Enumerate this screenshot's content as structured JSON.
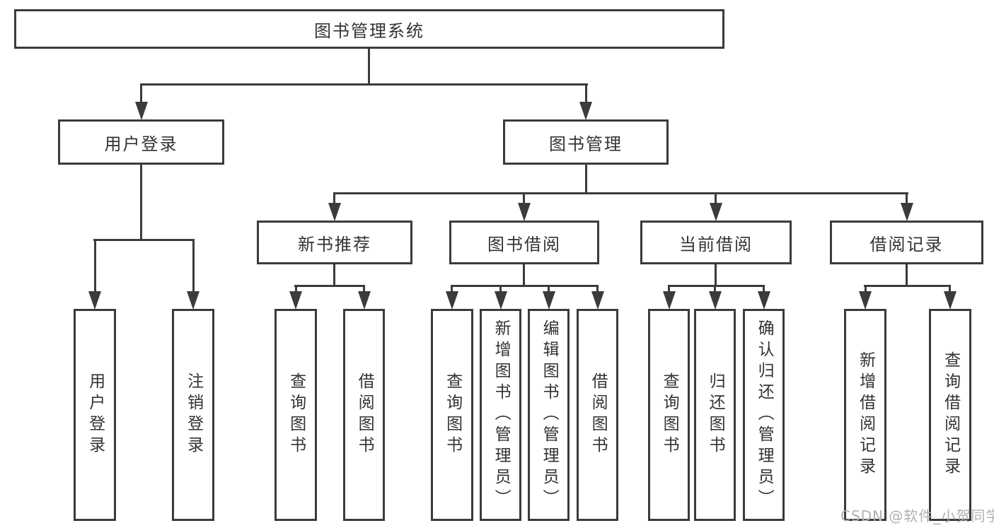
{
  "diagram": {
    "title": "图书管理系统",
    "watermark": "CSDN @软件_小贺同学",
    "colors": {
      "background": "#ffffff",
      "line": "#3b3b3b",
      "box_border": "#3b3b3b",
      "text": "#333333",
      "watermark": "#b0b0b0"
    },
    "root": {
      "id": "system-root",
      "label": "图书管理系统",
      "children": [
        {
          "id": "user-login-branch",
          "label": "用户登录",
          "children": [
            {
              "id": "login",
              "label": "用户登录"
            },
            {
              "id": "logout",
              "label": "注销登录"
            }
          ]
        },
        {
          "id": "book-management-branch",
          "label": "图书管理",
          "children": [
            {
              "id": "new-book-recommend",
              "label": "新书推荐",
              "children": [
                {
                  "id": "nbr-query-books",
                  "label": "查询图书"
                },
                {
                  "id": "nbr-borrow-books",
                  "label": "借阅图书"
                }
              ]
            },
            {
              "id": "book-borrowing",
              "label": "图书借阅",
              "children": [
                {
                  "id": "bb-query-books",
                  "label": "查询图书"
                },
                {
                  "id": "bb-add-books-admin",
                  "label": "新增图书（管理员）"
                },
                {
                  "id": "bb-edit-books-admin",
                  "label": "编辑图书（管理员）"
                },
                {
                  "id": "bb-borrow-books",
                  "label": "借阅图书"
                }
              ]
            },
            {
              "id": "current-borrowing",
              "label": "当前借阅",
              "children": [
                {
                  "id": "cb-query-books",
                  "label": "查询图书"
                },
                {
                  "id": "cb-return-books",
                  "label": "归还图书"
                },
                {
                  "id": "cb-confirm-return-admin",
                  "label": "确认归还（管理员）"
                }
              ]
            },
            {
              "id": "borrowing-records",
              "label": "借阅记录",
              "children": [
                {
                  "id": "br-add-record",
                  "label": "新增借阅记录"
                },
                {
                  "id": "br-query-record",
                  "label": "查询借阅记录"
                }
              ]
            }
          ]
        }
      ]
    }
  }
}
